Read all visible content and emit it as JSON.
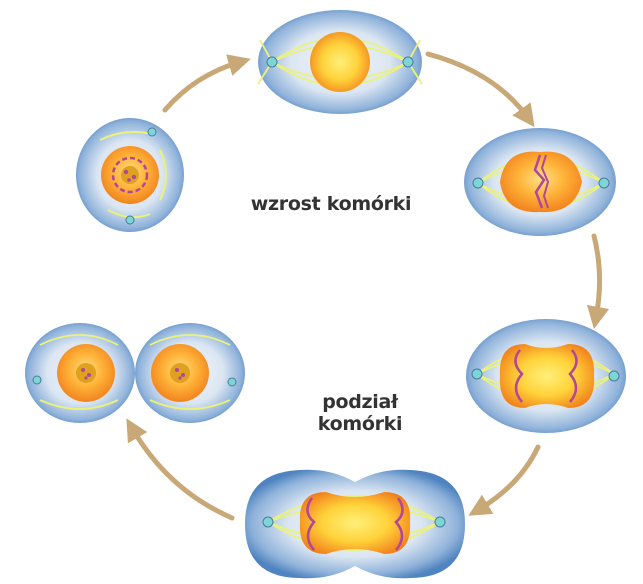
{
  "labels": {
    "growth": "wzrost komórki",
    "division_line1": "podział",
    "division_line2": "komórki"
  },
  "colors": {
    "background": "#ffffff",
    "arrow": "#c9a877",
    "cell_outer": "#4f84c0",
    "cell_inner": "#e8eef6",
    "nucleus": "#f07b1a",
    "nucleus_core": "#ffe08a",
    "spindle": "#eaf27a",
    "chromosome": "#b0479a",
    "centrosome": "#7dd6d6",
    "text": "#333333"
  },
  "stages": [
    {
      "id": "interphase"
    },
    {
      "id": "prophase"
    },
    {
      "id": "metaphase"
    },
    {
      "id": "anaphase"
    },
    {
      "id": "telophase"
    },
    {
      "id": "cytokinesis"
    }
  ]
}
